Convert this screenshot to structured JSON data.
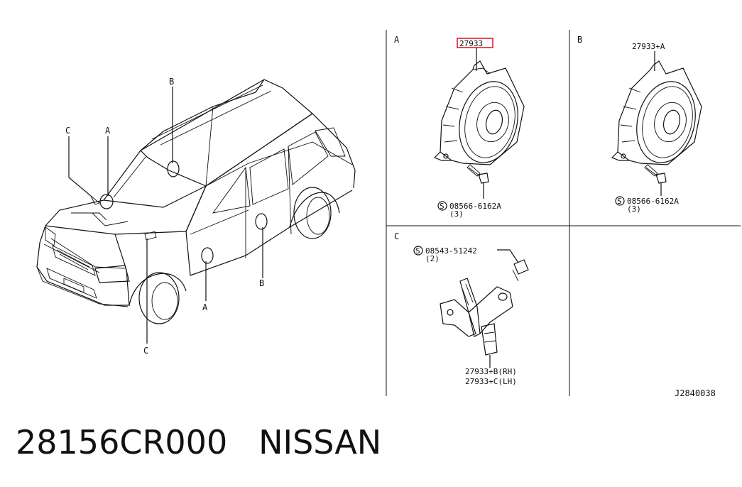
{
  "caption": {
    "part_number": "28156CR000",
    "brand": "NISSAN"
  },
  "vehicle_view": {
    "callouts": [
      "C",
      "A",
      "B",
      "C",
      "A",
      "B"
    ]
  },
  "panels": {
    "a": {
      "letter": "A",
      "part_label": "27933",
      "screw_symbol": "S",
      "screw_part": "08566-6162A",
      "screw_qty": "(3)"
    },
    "b": {
      "letter": "B",
      "part_label": "27933+A",
      "screw_symbol": "S",
      "screw_part": "08566-6162A",
      "screw_qty": "(3)"
    },
    "c": {
      "letter": "C",
      "screw_symbol": "S",
      "screw_part": "08543-51242",
      "screw_qty": "(2)",
      "part_label_rh": "27933+B(RH)",
      "part_label_lh": "27933+C(LH)"
    }
  },
  "drawing_code": "J2840038",
  "colors": {
    "line": "#111111",
    "highlight": "#e0202a",
    "background": "#ffffff"
  }
}
